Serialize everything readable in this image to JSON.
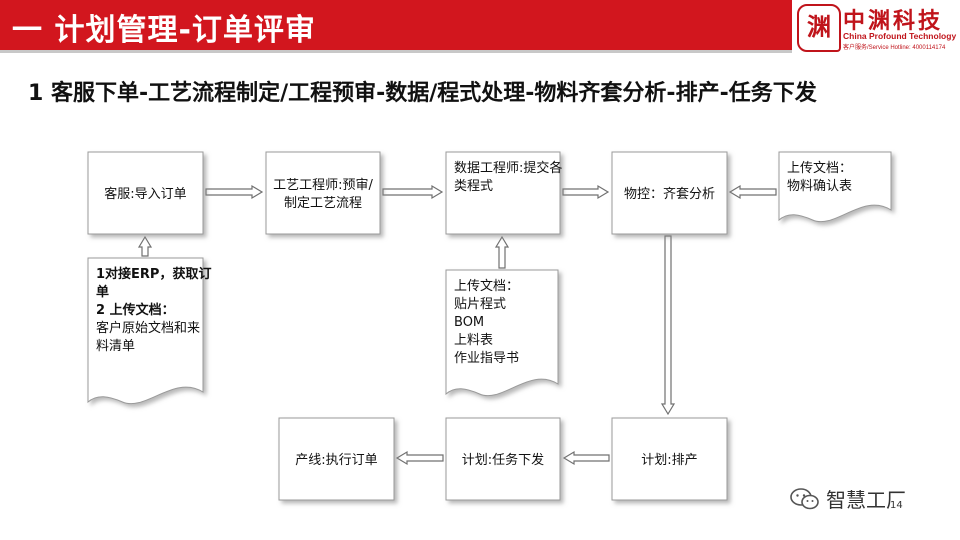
{
  "header": {
    "title": "一 计划管理-订单评审"
  },
  "logo": {
    "mark": "渊",
    "name_cn": "中渊科技",
    "name_en": "China Profound Technology",
    "hotline": "客户服务/Service Hotline: 4000114174"
  },
  "subtitle": "1 客服下单-工艺流程制定/工程预审-数据/程式处理-物料齐套分析-排产-任务下发",
  "nodes": {
    "cs": {
      "lines": [
        "客服:导入订单"
      ]
    },
    "process": {
      "lines": [
        "工艺工程师:预审/",
        "制定工艺流程"
      ]
    },
    "data_eng": {
      "lines": [
        "数据工程师:提交各",
        "类程式"
      ]
    },
    "material": {
      "lines": [
        "物控：齐套分析"
      ]
    },
    "doc_confirm": {
      "lines": [
        "上传文档：",
        "物料确认表"
      ]
    },
    "doc_erp": {
      "lines": [
        "1对接ERP，获取订",
        "单",
        "2 上传文档：",
        "客户原始文档和来",
        "料清单"
      ]
    },
    "doc_prog": {
      "lines": [
        "上传文档：",
        "贴片程式",
        "BOM",
        "上料表",
        "作业指导书"
      ]
    },
    "schedule": {
      "lines": [
        "计划:排产"
      ]
    },
    "dispatch": {
      "lines": [
        "计划:任务下发"
      ]
    },
    "execute": {
      "lines": [
        "产线:执行订单"
      ]
    }
  },
  "footer": {
    "watermark": "智慧工厂",
    "page_number": "14"
  }
}
